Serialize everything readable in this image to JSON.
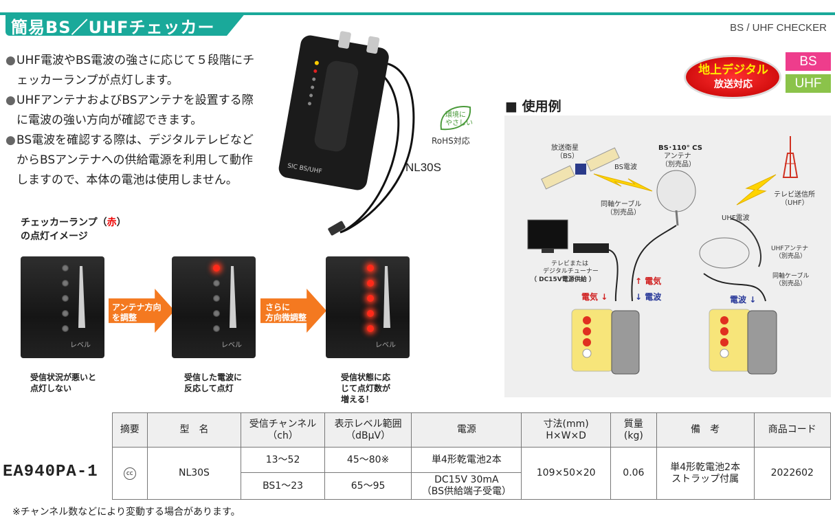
{
  "header": {
    "title": "簡易BS／UHFチェッカー",
    "subtitle_en": "BS / UHF CHECKER"
  },
  "features": [
    "UHF電波やBS電波の強さに応じて５段階にチェッカーランプが点灯します。",
    "UHFアンテナおよびBSアンテナを設置する際に電波の強い方向が確認できます。",
    "BS電波を確認する際は、デジタルテレビなどからBSアンテナへの供給電源を利用して動作しますので、本体の電池は使用しません。"
  ],
  "product": {
    "model_label": "NL30S",
    "eco_label": "環境に\nやさしい",
    "rohs": "RoHS対応",
    "device_text": "SIC BS/UHF"
  },
  "badges": {
    "digital_top": "地上デジタル",
    "digital_bottom": "放送対応",
    "bs": "BS",
    "uhf": "UHF"
  },
  "usage": {
    "heading": "■ 使用例",
    "satellite": "放送衛星\n（BS）",
    "bs_wave": "BS電波",
    "bs_antenna_title": "BS･110° CS",
    "bs_antenna_sub": "アンテナ\n（別売品）",
    "tower": "テレビ送信所\n（UHF）",
    "coax1": "同軸ケーブル\n（別売品）",
    "uhf_wave": "UHF電波",
    "tv": "テレビまたは\nデジタルチューナー\n（ DC15V電源供給 ）",
    "power_up": "電気",
    "power_down": "電気",
    "wave_down": "電波",
    "uhf_antenna": "UHFアンテナ\n（別売品）",
    "coax2": "同軸ケーブル\n（別売品）",
    "wave_right": "電波"
  },
  "lamp": {
    "caption_pre": "チェッカーランプ（",
    "caption_red": "赤",
    "caption_post": "）",
    "caption_line2": "の点灯イメージ",
    "level_label": "レベル",
    "arrow1": "アンテナ方向\nを調整",
    "arrow2": "さらに\n方向微調整",
    "states": [
      {
        "caption": "受信状況が悪いと\n点灯しない",
        "lit": 0
      },
      {
        "caption": "受信した電波に\n反応して点灯",
        "lit": 1
      },
      {
        "caption": "受信状態に応\nじて点灯数が\n増える！",
        "lit": 5
      }
    ]
  },
  "table": {
    "headers": [
      "摘要",
      "型　名",
      "受信チャンネル\n（ch）",
      "表示レベル範囲\n（dBμV）",
      "電源",
      "寸法(mm)\nH×W×D",
      "質量\n(kg)",
      "備　考",
      "商品コード"
    ],
    "code": "EA940PA-1",
    "summary_mark": "cc",
    "model": "NL30S",
    "rows": [
      {
        "channel": "13～52",
        "level": "45～80※",
        "power": "単4形乾電池2本"
      },
      {
        "channel": "BS1～23",
        "level": "65～95",
        "power": "DC15V 30mA\n（BS供給端子受電）"
      }
    ],
    "dimensions": "109×50×20",
    "weight": "0.06",
    "notes": "単4形乾電池2本\nストラップ付属",
    "product_code": "2022602"
  },
  "footnote": "※チャンネル数などにより変動する場合があります。"
}
